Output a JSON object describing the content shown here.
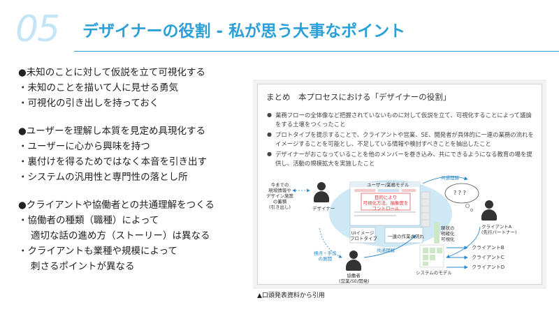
{
  "header": {
    "number": "05",
    "title": "デザイナーの役割 - 私が思う大事なポイント"
  },
  "left": {
    "groups": [
      {
        "heading": "●未知のことに対して仮説を立て可視化する",
        "lines": [
          "・未知のことを描いて人に見せる勇気",
          "・可視化の引き出しを持っておく"
        ]
      },
      {
        "heading": "●ユーザーを理解し本質を見定め具現化する",
        "lines": [
          "・ユーザーに心から興味を持つ",
          "・裏付けを得るためではなく本音を引き出す",
          "・システムの汎用性と専門性の落とし所"
        ]
      },
      {
        "heading": "●クライアントや協働者との共通理解をつくる",
        "lines": [
          "・協働者の種類（職種）によって",
          "・クライアントも業種や規模によって"
        ],
        "continuations": [
          "適切な話の進め方（ストーリー）は異なる",
          "刺さるポイントが異なる"
        ]
      }
    ]
  },
  "panel": {
    "title": "まとめ　本プロセスにおける「デザイナーの役割」",
    "bullets": [
      "業務フローの全体像など把握されていないものに対して仮説を立て、可視化することによって議論をする土壌をつくったこと",
      "プロトタイプを提示することで、クライアントや営業、SE、開発者が具体的に一連の業務の流れをイメージすることを可能とし、不足している情報や検討すべきことを抽出したこと",
      "デザイナーがおこなっていることを他のメンバーを巻き込み、共にできるようになる教育の場を提供し、活動の規模拡大を実施したこと"
    ],
    "diagram": {
      "designer_note": [
        "今までの",
        "現場情報や",
        "デザイン施策",
        "の蓄積",
        "(引き出し)"
      ],
      "designer": "デザイナー",
      "user_model": "ユーザー/業務モデル",
      "goal_lines": [
        "目的により",
        "可視化方法、抽象度を",
        "コントロール"
      ],
      "ui_image": [
        "UIイメージ",
        "プロトタイプ"
      ],
      "flow": "一連の作業の流れ",
      "shared_top": "共通理解",
      "shared_bottom": "共通理解",
      "realize": [
        "現状の",
        "明確化",
        "可視化"
      ],
      "client_a": [
        "クライアントA",
        "(先行パートナー)"
      ],
      "viewpoint": [
        "視点・手法",
        "の展開"
      ],
      "collaborator": [
        "協働者",
        "(営業/SE/開発)"
      ],
      "system_model": "システムのモデル",
      "clients": [
        "クライアントB",
        "クライアントC",
        "クライアントD"
      ],
      "question_marks": "? ? ?"
    }
  },
  "caption": "▲口頭発表資料から引用"
}
